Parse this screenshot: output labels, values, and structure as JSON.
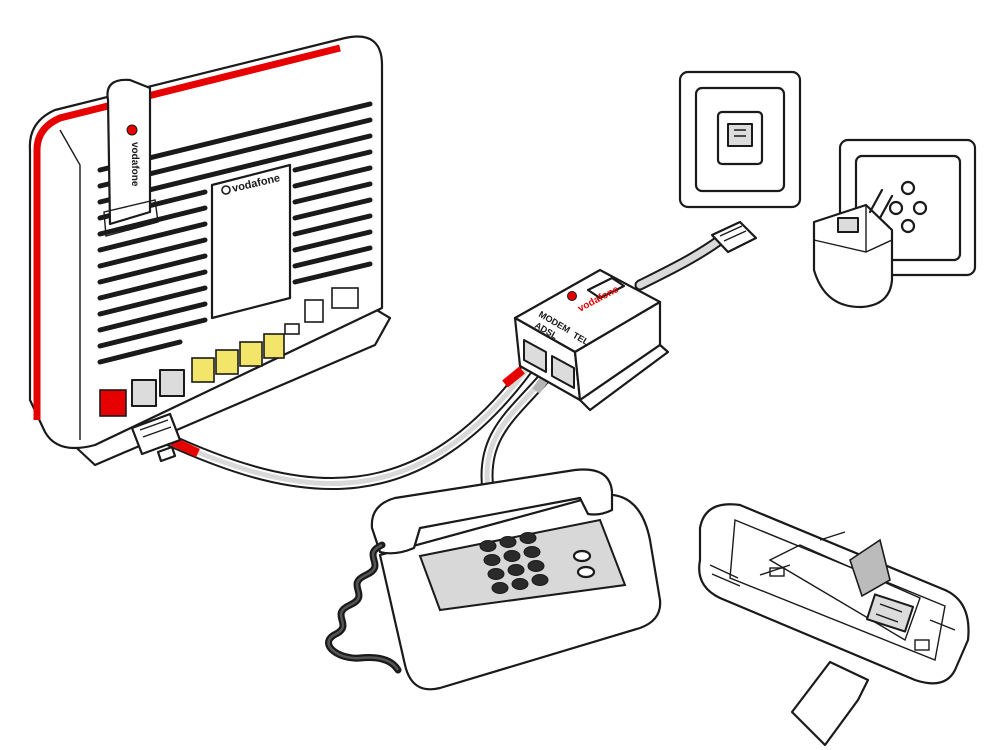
{
  "labels": {
    "router_brand": "vodafone",
    "stick_brand": "vodafone",
    "splitter_brand": "vodafone",
    "splitter_port_modem": "MODEM",
    "splitter_port_adsl": "ADSL",
    "splitter_port_tel": "TEL"
  },
  "colors": {
    "brand_red": "#e60000",
    "lan_yellow": "#f3e56a",
    "cable_grey": "#d9d9d9",
    "panel_grey": "#d8d8d8",
    "key_dark": "#2a2a2a"
  }
}
